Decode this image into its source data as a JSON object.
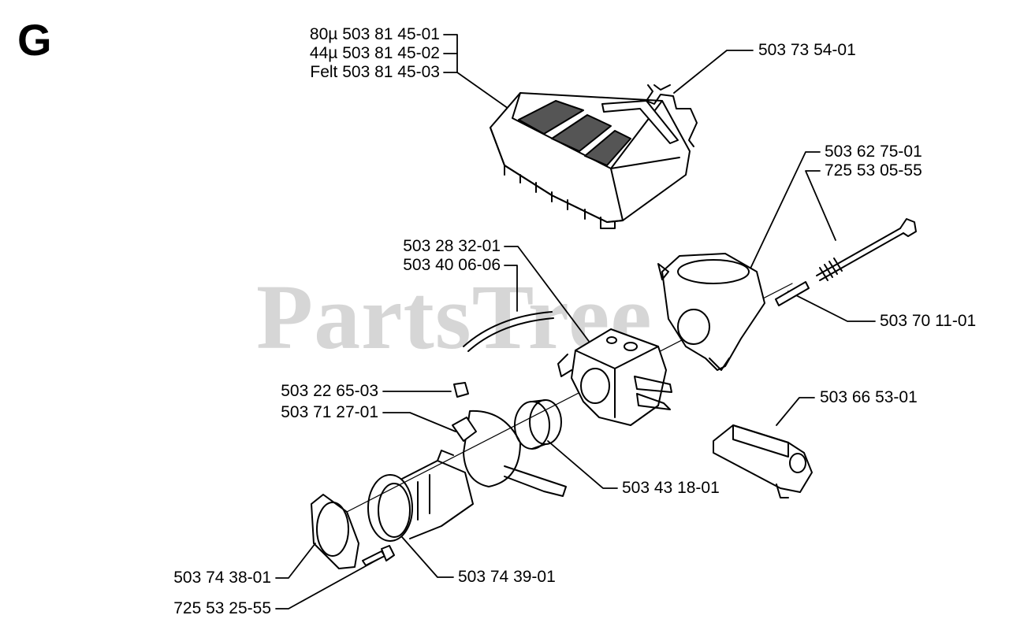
{
  "section_letter": "G",
  "watermark": "PartsTree",
  "labels": {
    "air_filter_80": "80µ 503 81 45-01",
    "air_filter_44": "44µ 503 81 45-02",
    "air_filter_felt": "Felt 503 81 45-03",
    "spring_clip": "503 73 54-01",
    "carb_gasket": "503 62 75-01",
    "long_bolt": "725 53 05-55",
    "fuel_line_fitting": "503 28 32-01",
    "fuel_hose": "503 40 06-06",
    "guide_tube": "503 70 11-01",
    "nut": "503 22 65-03",
    "clamp": "503 71 27-01",
    "throttle_rod_holder": "503 66 53-01",
    "sleeve": "503 43 18-01",
    "flange_plate": "503 74 38-01",
    "intake_manifold": "503 74 39-01",
    "screw": "725 53 25-55"
  }
}
